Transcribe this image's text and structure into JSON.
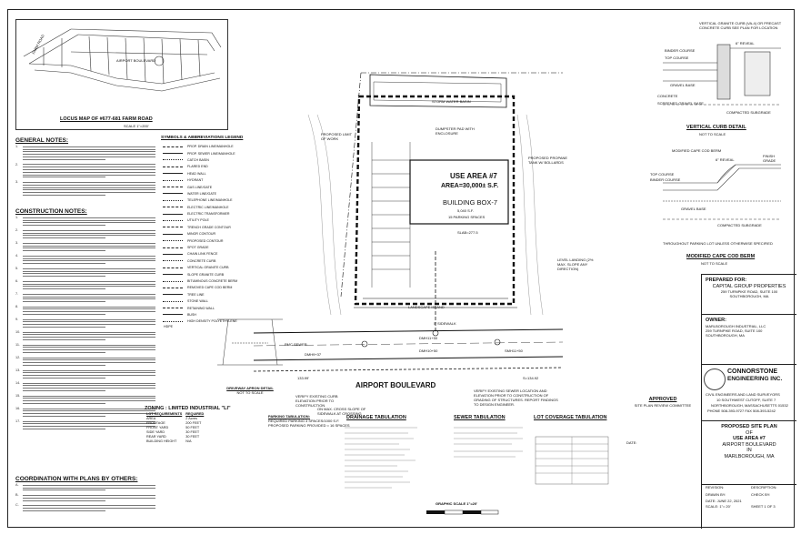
{
  "locus": {
    "title": "LOCUS MAP OF #677-681 FARM ROAD",
    "scale": "SCALE 1\"=200'",
    "road_label_1": "FARM ROAD",
    "road_label_2": "AIRPORT BOULEVARD"
  },
  "general_notes": {
    "heading": "GENERAL NOTES:",
    "items": [
      "1.",
      "2.",
      "3."
    ]
  },
  "construction_notes": {
    "heading": "CONSTRUCTION NOTES:",
    "items": [
      "1.",
      "2.",
      "3.",
      "4.",
      "5.",
      "6.",
      "7.",
      "8.",
      "9.",
      "10.",
      "11.",
      "12.",
      "13.",
      "14.",
      "15.",
      "16.",
      "17."
    ]
  },
  "coordination": {
    "heading": "COORDINATION WITH PLANS BY OTHERS:",
    "items": [
      "A.",
      "B.",
      "C."
    ]
  },
  "legend": {
    "heading": "SYMBOLS & ABBREVIATIONS LEGEND",
    "items": [
      "PROP. DRAIN LINE/MANHOLE",
      "PROP. SEWER LINE/MANHOLE",
      "CATCH BASIN",
      "FLARED END",
      "HEAD WALL",
      "HYDRANT",
      "GAS LINE/GATE",
      "WATER LINE/GATE",
      "TELEPHONE LINE/MANHOLE",
      "ELECTRIC LINE/MANHOLE",
      "ELECTRIC TRANSFORMER",
      "UTILITY POLE",
      "TRENCH GRADE CONTOUR",
      "MINOR CONTOUR",
      "PROPOSED CONTOUR",
      "SPOT GRADE",
      "CHAIN LINK FENCE",
      "CONCRETE CURB",
      "VERTICAL GRANITE CURB",
      "SLOPE GRANITE CURB",
      "BITUMINOUS CONCRETE BERM",
      "REMOVED CAPE COD BERM",
      "TREE LINE",
      "STONE WALL",
      "RETAINING WALL",
      "BUSH",
      "HIGH DENSITY POLYETHYLENE"
    ],
    "extra": "HDPE"
  },
  "site": {
    "use_area": "USE AREA #7",
    "area": "AREA=30,000± S.F.",
    "building": "BUILDING BOX-7",
    "building_sf": "5,040 S.F.",
    "parking": "15 PARKING SPACES",
    "slab": "SLAB=277.5",
    "storm_basin": "STORM WATER BASIN",
    "dumpster": "DUMPSTER PAD WITH ENCLOSURE",
    "landscape": "LANDSCAPE ISLAND",
    "sidewalk": "5' SIDEWALK",
    "airport_blvd": "AIRPORT BOULEVARD",
    "limit_work": "PROPOSED LIMIT OF WORK",
    "level_landing": "LEVEL LANDING (2% MAX. SLOPE ANY DIRECTION)",
    "verify_sewer": "VERIFY EXISTING SEWER LOCATION AND ELEVATION PRIOR TO CONSTRUCTION OF GRADING OF STRUCTURES. REPORT FINDINGS TO DESIGN ENGINEER.",
    "verify_curb": "VERIFY EXISTING CURB ELEVATION PRIOR TO CONSTRUCTION",
    "slope_label": "ON MAX. CROSS SLOPE OF SIDEWALK AT CROSSING",
    "propane": "PROPOSED PROPANE TANK W/ BOLLARDS",
    "dmh1": "DMH11+50",
    "dmh2": "DMH10+50",
    "dmh3": "DMH9+37",
    "smh": "SMH11+50",
    "sum_s": "S=134.92",
    "sum_n": "133.99'",
    "pmc": "PMC SEWER"
  },
  "driveway": {
    "title": "DRIVEWAY APRON DETAIL",
    "scale": "NOT TO SCALE"
  },
  "zoning": {
    "title": "ZONING : LIMITED INDUSTRIAL \"LI\"",
    "col_lot": "LOT REQUIREMENTS",
    "col_req": "REQUIRED",
    "rows": [
      [
        "AREA",
        "2 Acres"
      ],
      [
        "FRONTAGE",
        "200 FEET"
      ],
      [
        "FRONT YARD",
        "50 FEET"
      ],
      [
        "SIDE YARD",
        "30 FEET"
      ],
      [
        "REAR YARD",
        "30 FEET"
      ],
      [
        "BUILDING HEIGHT",
        "N/A"
      ]
    ]
  },
  "parking_tab": {
    "title": "PARKING TABULATION:",
    "line1": "REQUIRED PARKING 3 SPACES/1000 S.F.",
    "line2": "PROPOSED PARKING PROVIDED = 16 SPACES"
  },
  "drainage_tab": {
    "title": "DRAINAGE TABULATION"
  },
  "sewer_tab": {
    "title": "SEWER TABULATION"
  },
  "lot_cov": {
    "title": "LOT COVERAGE TABULATION"
  },
  "vertical_curb": {
    "title": "VERTICAL CURB DETAIL",
    "scale": "NOT TO SCALE",
    "label": "VERTICAL GRANITE CURB (VA-4) OR PRECAST CONCRETE CURB SEE PLAN FOR LOCATION",
    "binder": "BINDER COURSE",
    "gravel": "GRAVEL BASE",
    "concrete": "CONCRETE",
    "screened": "SCREENED GRAVEL BASE",
    "compacted": "COMPACTED SUBGRADE",
    "top": "TOP COURSE",
    "reveal": "6\" REVEAL"
  },
  "cape_cod": {
    "title": "MODIFIED CAPE COD BERM",
    "scale": "NOT TO SCALE",
    "label": "MODIFIED CAPE COD BERM",
    "reveal": "6\" REVEAL",
    "finish": "FINISH GRADE",
    "top": "TOP COURSE",
    "binder": "BINDER COURSE",
    "gravel": "GRAVEL BASE",
    "compacted": "COMPACTED SUBGRADE",
    "note": "THROUGHOUT PARKING LOT UNLESS OTHERWISE SPECIFIED"
  },
  "title_block": {
    "prepared_for": "PREPARED FOR:",
    "client1": "CAPITAL GROUP PROPERTIES",
    "client2": "259 TURNPIKE ROAD, SUITE 100",
    "client3": "SOUTHBOROUGH, MA",
    "owner": "OWNER:",
    "owner1": "MARLBOROUGH INDUSTRIAL, LLC",
    "owner2": "259 TURNPIKE ROAD, SUITE 100",
    "owner3": "SOUTHBOROUGH, MA",
    "firm1": "CONNORSTONE",
    "firm2": "ENGINEERING INC.",
    "firm3": "CIVIL ENGINEERS AND LAND SURVEYORS",
    "firm4": "10 SOUTHWEST CUTOFF, SUITE 7",
    "firm5": "NORTHBOROUGH, MASSACHUSETTS 01532",
    "firm6": "PHONE 508-393-9727 FAX 508-393-5242",
    "proj1": "PROPOSED SITE PLAN",
    "proj2": "OF",
    "proj3": "USE AREA #7",
    "proj4": "AIRPORT BOULEVARD",
    "proj5": "IN",
    "proj6": "MARLBOROUGH, MA",
    "scale": "SCALE: 1\"= 20'",
    "sheet": "SHEET 1 OF 3",
    "date": "DATE: JUNE 22, 2021",
    "revision": "REVISION:",
    "description": "DESCRIPTION:",
    "drawn": "DRAWN BY:",
    "checked": "CHECK BY:",
    "approved": "APPROVED",
    "approved_sub": "SITE PLAN REVIEW COMMITTEE",
    "date_label": "DATE:",
    "graphic_scale": "GRAPHIC SCALE 1\"=20'"
  }
}
